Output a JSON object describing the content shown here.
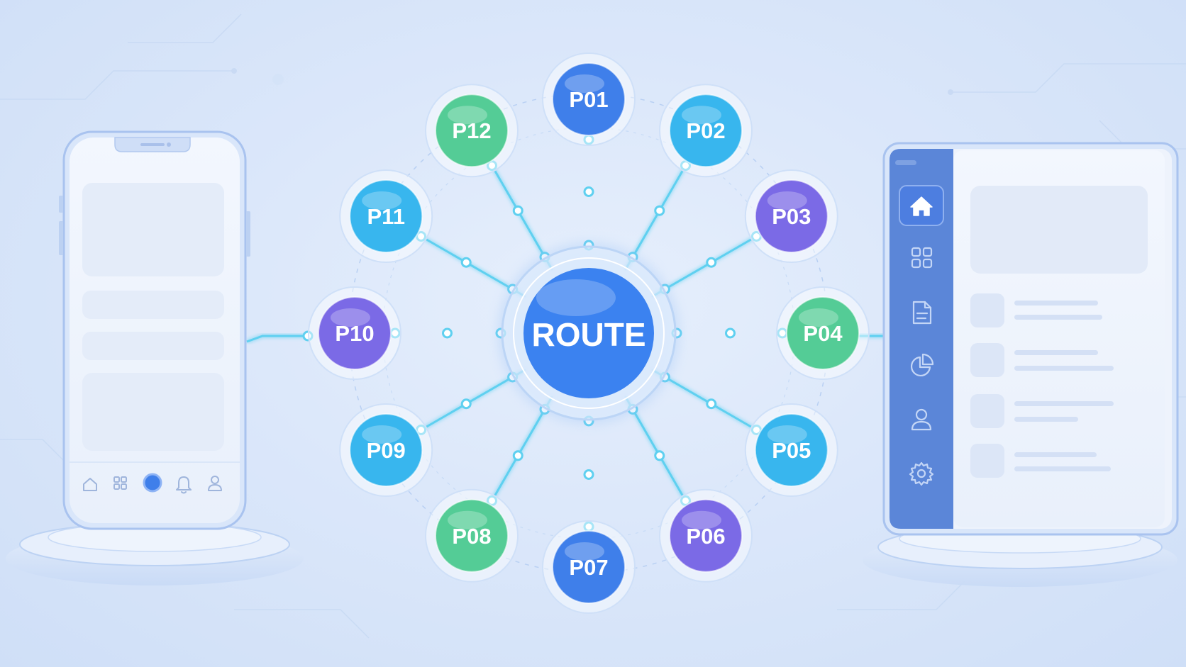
{
  "hub": {
    "label": "ROUTE"
  },
  "nodes": [
    {
      "id": "P01",
      "label": "P01",
      "color": "blue"
    },
    {
      "id": "P02",
      "label": "P02",
      "color": "cyan"
    },
    {
      "id": "P03",
      "label": "P03",
      "color": "purple"
    },
    {
      "id": "P04",
      "label": "P04",
      "color": "green"
    },
    {
      "id": "P05",
      "label": "P05",
      "color": "cyan"
    },
    {
      "id": "P06",
      "label": "P06",
      "color": "purple"
    },
    {
      "id": "P07",
      "label": "P07",
      "color": "blue"
    },
    {
      "id": "P08",
      "label": "P08",
      "color": "green"
    },
    {
      "id": "P09",
      "label": "P09",
      "color": "cyan"
    },
    {
      "id": "P10",
      "label": "P10",
      "color": "purple"
    },
    {
      "id": "P11",
      "label": "P11",
      "color": "cyan"
    },
    {
      "id": "P12",
      "label": "P12",
      "color": "green"
    }
  ],
  "colors": {
    "blue": "#3f7fea",
    "cyan": "#38b6ee",
    "purple": "#7b6ae6",
    "green": "#54cc96",
    "hub": "#3b82f0",
    "connector": "#5fd0f0",
    "sidebar": "#5b86d8"
  },
  "mobile": {
    "nav_icons": [
      "home-icon",
      "grid-icon",
      "center-dot-icon",
      "bell-icon",
      "user-icon"
    ]
  },
  "tablet": {
    "sidebar_icons": [
      "home-icon",
      "grid-icon",
      "document-icon",
      "pie-chart-icon",
      "user-icon",
      "gear-icon"
    ]
  }
}
